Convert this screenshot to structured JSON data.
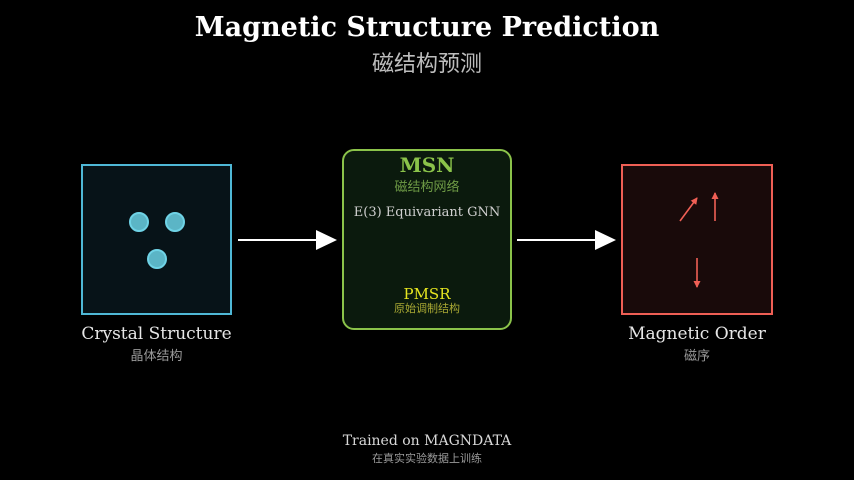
{
  "title": "Magnetic Structure Prediction",
  "subtitle": "磁结构预测",
  "input": {
    "label": "Crystal Structure",
    "label_zh": "晶体结构"
  },
  "model": {
    "name": "MSN",
    "name_zh": "磁结构网络",
    "description": "E(3) Equivariant GNN",
    "module": "PMSR",
    "module_zh": "原始调制结构"
  },
  "output": {
    "label": "Magnetic Order",
    "label_zh": "磁序"
  },
  "footer": {
    "text": "Trained on MAGNDATA",
    "text_zh": "在真实实验数据上训练"
  },
  "colors": {
    "crystal": "#4fb8d6",
    "model": "#8bc34a",
    "module": "#e6e620",
    "magnetic": "#ef5f55"
  }
}
